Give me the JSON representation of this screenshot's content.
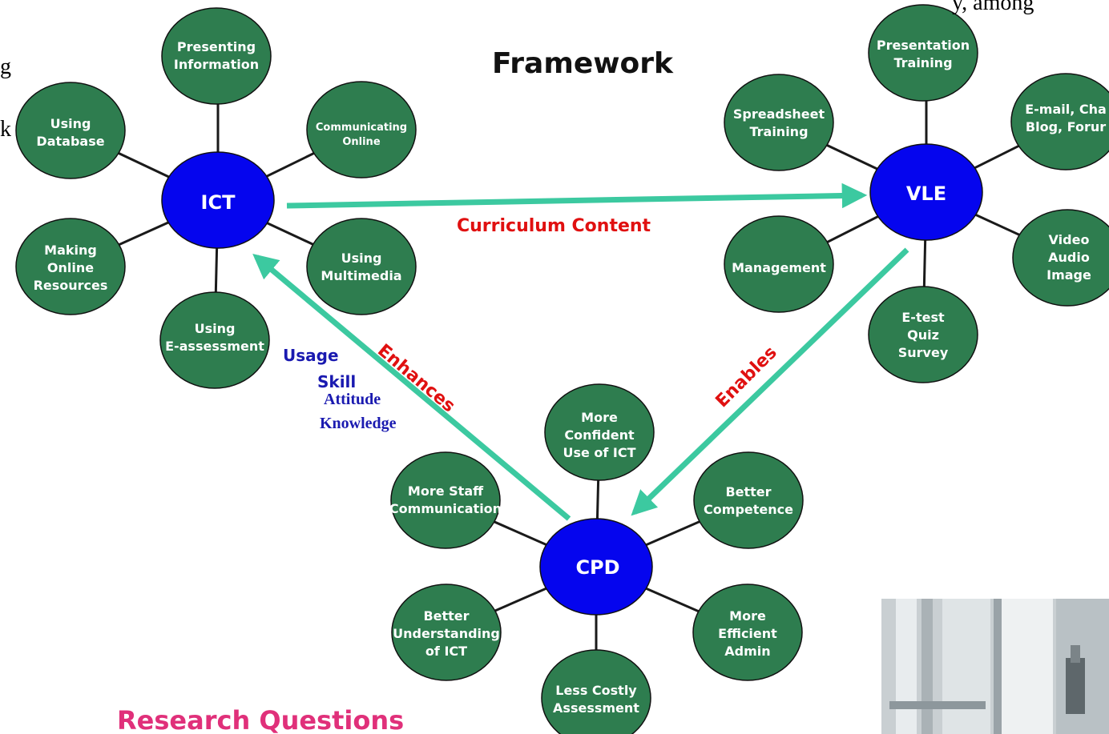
{
  "title": "Framework",
  "hubs": {
    "ict": "ICT",
    "vle": "VLE",
    "cpd": "CPD"
  },
  "ict_nodes": {
    "presenting_information": [
      "Presenting",
      "Information"
    ],
    "communicating_online": [
      "Communicating",
      "Online"
    ],
    "using_database": [
      "Using",
      "Database"
    ],
    "making_online_resources": [
      "Making",
      "Online",
      "Resources"
    ],
    "using_multimedia": [
      "Using",
      "Multimedia"
    ],
    "using_e_assessment": [
      "Using",
      "E-assessment"
    ]
  },
  "vle_nodes": {
    "presentation_training": [
      "Presentation",
      "Training"
    ],
    "spreadsheet_training": [
      "Spreadsheet",
      "Training"
    ],
    "email_chat_blog_forum": [
      "E-mail, Cha",
      "Blog, Forur"
    ],
    "management": [
      "Management"
    ],
    "video_audio_image": [
      "Video",
      "Audio",
      "Image"
    ],
    "etest_quiz_survey": [
      "E-test",
      "Quiz",
      "Survey"
    ]
  },
  "cpd_nodes": {
    "more_confident_use": [
      "More",
      "Confident",
      "Use of ICT"
    ],
    "more_staff_communication": [
      "More Staff",
      "Communication"
    ],
    "better_competence": [
      "Better",
      "Competence"
    ],
    "better_understanding": [
      "Better",
      "Understanding",
      "of ICT"
    ],
    "more_efficient_admin": [
      "More",
      "Efficient",
      "Admin"
    ],
    "less_costly_assessment": [
      "Less Costly",
      "Assessment"
    ]
  },
  "arrow_labels": {
    "curriculum_content": "Curriculum Content",
    "enhances": "Enhances",
    "enables": "Enables"
  },
  "benefit_labels": {
    "usage": "Usage",
    "skill": "Skill",
    "attitude": "Attitude",
    "knowledge": "Knowledge"
  },
  "research_questions": "Research Questions",
  "edge_fragments": {
    "top_right": "y, among",
    "left_1": "g",
    "left_2": "k"
  },
  "colors": {
    "satellite": "#2e7d4f",
    "hub": "#0505ee",
    "arrow": "#3cc9a0",
    "curriculum_label": "#e01010",
    "benefit_text": "#1a1ab0",
    "research_questions": "#e0307a"
  }
}
